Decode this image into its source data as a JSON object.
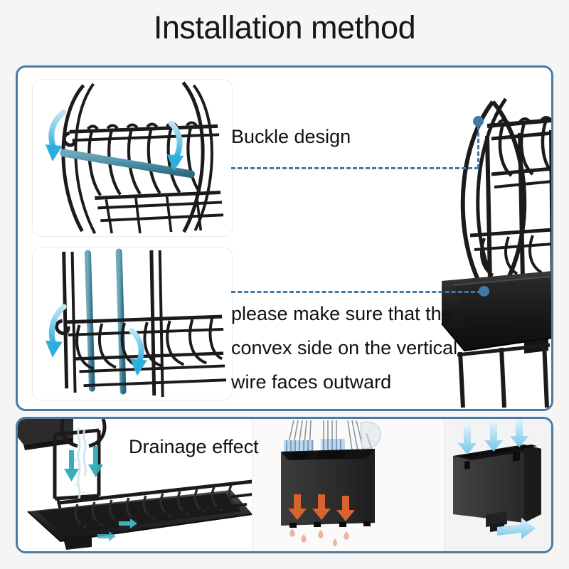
{
  "page": {
    "title": "Installation method",
    "background_color": "#f5f5f5",
    "accent_color": "#4b7aa5",
    "marker_color": "#4478a8",
    "text_color": "#111111",
    "wire_color": "#1b1b1b",
    "highlight_rod_color": "#4e8fa5",
    "arrow_blue": "#3fb5e0",
    "arrow_lightblue": "#a8dcf5",
    "arrow_orange": "#e06b3f"
  },
  "callouts": {
    "buckle": {
      "label": "Buckle design",
      "marker": "leader-dot"
    },
    "convex": {
      "line1": "please make sure that the",
      "line2": "convex side on the vertical",
      "line3": "wire faces outward",
      "marker": "leader-dot"
    },
    "drainage": {
      "label": "Drainage effect"
    }
  },
  "panels": {
    "top": {
      "name": "installation-steps-panel",
      "photos": [
        {
          "id": "buckle-photo",
          "caption": "Buckle design",
          "subject": "dish-rack-wire-buckle-close-up"
        },
        {
          "id": "convex-photo",
          "caption": "convex side vertical wire",
          "subject": "dish-rack-underside-vertical-wires"
        }
      ],
      "product_photo": {
        "id": "full-rack-photo",
        "subject": "assembled-dish-drying-rack-with-tray"
      }
    },
    "bottom": {
      "name": "feature-panel",
      "photos": [
        {
          "id": "drainage-photo",
          "caption": "Drainage effect",
          "subject": "dish-rack-tray-water-drain"
        },
        {
          "id": "cutlery-holder-photo",
          "caption": "",
          "subject": "utensil-caddy-with-cutlery-draining"
        },
        {
          "id": "caddy-flow-photo",
          "caption": "",
          "subject": "utensil-caddy-airflow-diagram"
        }
      ]
    }
  }
}
